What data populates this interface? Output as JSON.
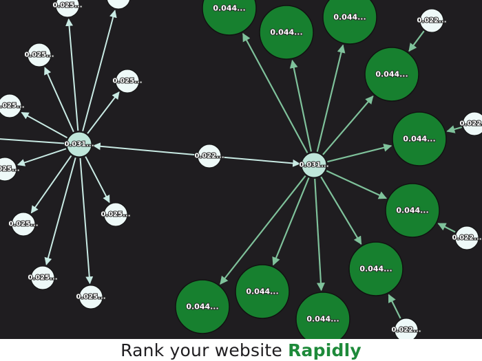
{
  "colors": {
    "background": "#1f1d20",
    "hub_fill": "#bfe6da",
    "leaf_fill": "#eef9f8",
    "big_fill": "#17802f",
    "light_edge": "#c9ebe4",
    "green_edge": "#7fc29b",
    "brand_green": "#1e8a3a"
  },
  "graph": {
    "nodes": [
      {
        "id": "hubA",
        "label": "0.031...",
        "kind": "hub"
      },
      {
        "id": "hubB",
        "label": "0.031...",
        "kind": "hub"
      },
      {
        "id": "bridge",
        "label": "0.022...",
        "kind": "leaf"
      },
      {
        "id": "a1",
        "label": "0.025...",
        "kind": "leaf"
      },
      {
        "id": "a2",
        "label": "",
        "kind": "leaf"
      },
      {
        "id": "a3",
        "label": "0.025...",
        "kind": "leaf"
      },
      {
        "id": "a4",
        "label": "0.025...",
        "kind": "leaf"
      },
      {
        "id": "a5",
        "label": "0.025...",
        "kind": "leaf"
      },
      {
        "id": "a6",
        "label": "0.025...",
        "kind": "leaf"
      },
      {
        "id": "a7",
        "label": "0.025...",
        "kind": "leaf"
      },
      {
        "id": "a8",
        "label": "0.025...",
        "kind": "leaf"
      },
      {
        "id": "a9",
        "label": "0.025...",
        "kind": "leaf"
      },
      {
        "id": "a10",
        "label": "0.025...",
        "kind": "leaf"
      },
      {
        "id": "a11",
        "label": "0.025...",
        "kind": "leaf"
      },
      {
        "id": "b1",
        "label": "0.044...",
        "kind": "big"
      },
      {
        "id": "b2",
        "label": "0.044...",
        "kind": "big"
      },
      {
        "id": "b3",
        "label": "0.044...",
        "kind": "big"
      },
      {
        "id": "b4",
        "label": "0.044...",
        "kind": "big"
      },
      {
        "id": "b5",
        "label": "0.044...",
        "kind": "big"
      },
      {
        "id": "b6",
        "label": "0.044...",
        "kind": "big"
      },
      {
        "id": "b7",
        "label": "0.044...",
        "kind": "big"
      },
      {
        "id": "b8",
        "label": "0.044...",
        "kind": "big"
      },
      {
        "id": "b9",
        "label": "0.044...",
        "kind": "big"
      },
      {
        "id": "b10",
        "label": "0.044...",
        "kind": "big"
      },
      {
        "id": "c1",
        "label": "0.022...",
        "kind": "leaf"
      },
      {
        "id": "c2",
        "label": "0.022...",
        "kind": "leaf"
      },
      {
        "id": "c3",
        "label": "0.022...",
        "kind": "leaf"
      },
      {
        "id": "c4",
        "label": "0.022...",
        "kind": "leaf"
      }
    ],
    "edges": [
      {
        "from": "hubA",
        "to": "a1",
        "tone": "light"
      },
      {
        "from": "hubA",
        "to": "a2",
        "tone": "light"
      },
      {
        "from": "hubA",
        "to": "a3",
        "tone": "light"
      },
      {
        "from": "hubA",
        "to": "a4",
        "tone": "light"
      },
      {
        "from": "hubA",
        "to": "a5",
        "tone": "light"
      },
      {
        "from": "hubA",
        "to": "a6",
        "tone": "light"
      },
      {
        "from": "hubA",
        "to": "a7",
        "tone": "light"
      },
      {
        "from": "hubA",
        "to": "a8",
        "tone": "light"
      },
      {
        "from": "hubA",
        "to": "a9",
        "tone": "light"
      },
      {
        "from": "hubA",
        "to": "a10",
        "tone": "light"
      },
      {
        "from": "hubA",
        "to": "a11",
        "tone": "light"
      },
      {
        "from": "bridge",
        "to": "hubA",
        "tone": "light"
      },
      {
        "from": "bridge",
        "to": "hubB",
        "tone": "light"
      },
      {
        "from": "hubB",
        "to": "b1",
        "tone": "green"
      },
      {
        "from": "hubB",
        "to": "b2",
        "tone": "green"
      },
      {
        "from": "hubB",
        "to": "b3",
        "tone": "green"
      },
      {
        "from": "hubB",
        "to": "b4",
        "tone": "green"
      },
      {
        "from": "hubB",
        "to": "b5",
        "tone": "green"
      },
      {
        "from": "hubB",
        "to": "b6",
        "tone": "green"
      },
      {
        "from": "hubB",
        "to": "b7",
        "tone": "green"
      },
      {
        "from": "hubB",
        "to": "b8",
        "tone": "green"
      },
      {
        "from": "hubB",
        "to": "b9",
        "tone": "green"
      },
      {
        "from": "hubB",
        "to": "b10",
        "tone": "green"
      },
      {
        "from": "c1",
        "to": "b4",
        "tone": "green"
      },
      {
        "from": "c2",
        "to": "b5",
        "tone": "green"
      },
      {
        "from": "c3",
        "to": "b6",
        "tone": "green"
      },
      {
        "from": "c4",
        "to": "b7",
        "tone": "green"
      }
    ]
  },
  "footer": {
    "text": "Rank your website ",
    "highlight": "Rapidly"
  }
}
